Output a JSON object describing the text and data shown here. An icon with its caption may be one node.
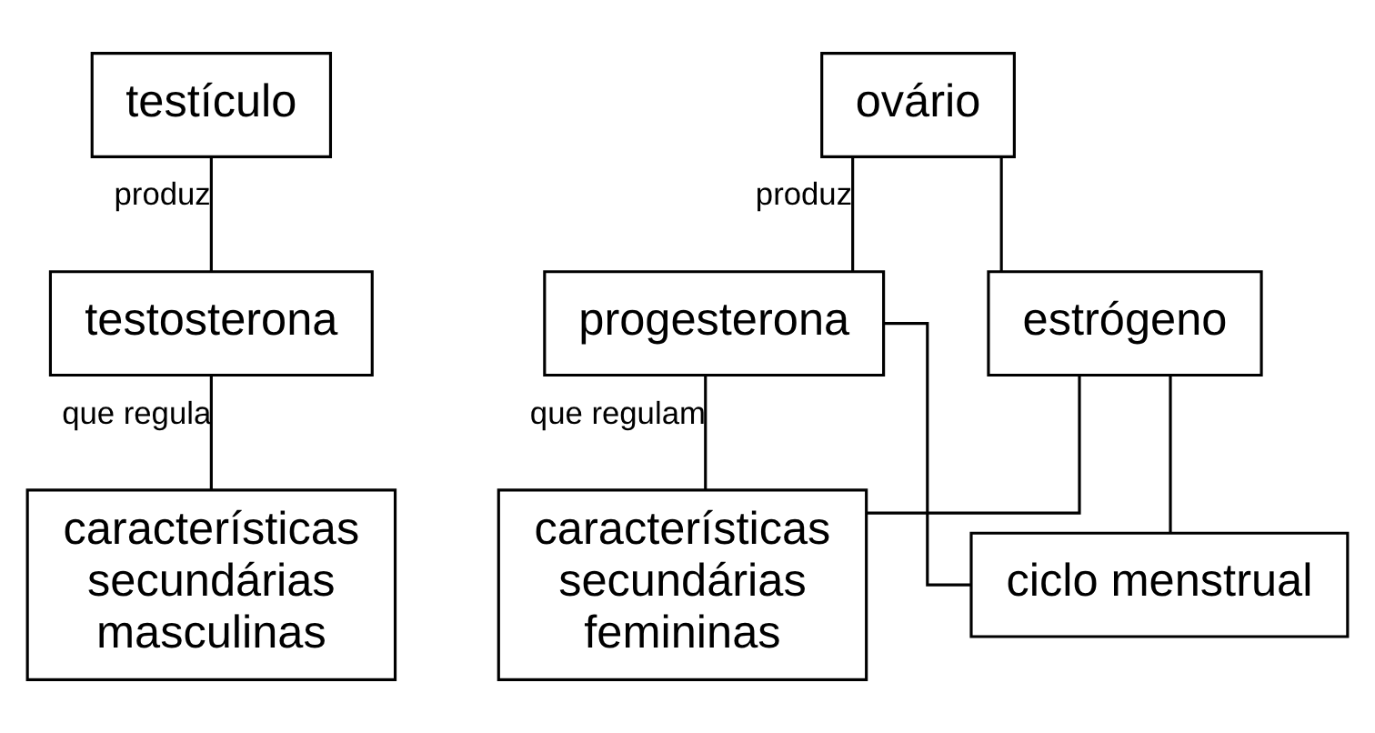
{
  "diagram": {
    "nodes": [
      {
        "text": [
          "testículo"
        ]
      },
      {
        "text": [
          "testosterona"
        ]
      },
      {
        "text": [
          "características secundárias masculinas"
        ]
      },
      {
        "text": [
          "ovário"
        ]
      },
      {
        "text": [
          "progesterona"
        ]
      },
      {
        "text": [
          "estrógeno"
        ]
      },
      {
        "text": [
          "características secundárias femininas"
        ]
      },
      {
        "text": [
          "ciclo menstrual"
        ]
      }
    ],
    "edges": [
      {
        "from": 0,
        "to": 1,
        "arrow": "none",
        "label": "produz"
      },
      {
        "from": 1,
        "to": 2,
        "arrow": "none",
        "label": "que regula"
      },
      {
        "from": 3,
        "to": 4,
        "arrow": "none",
        "label": "produz"
      },
      {
        "from": 3,
        "to": 5,
        "arrow": "none"
      },
      {
        "from": 4,
        "to": 6,
        "arrow": "none",
        "label": "que regulam"
      },
      {
        "from": 4,
        "to": 7,
        "arrow": "none"
      },
      {
        "from": 5,
        "to": 6,
        "arrow": "none"
      },
      {
        "from": 5,
        "to": 7,
        "arrow": "none"
      }
    ]
  }
}
